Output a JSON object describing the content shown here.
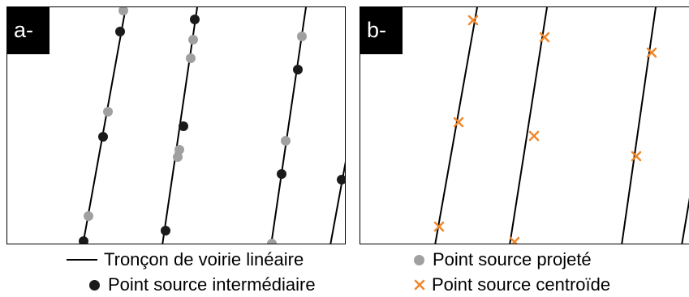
{
  "colors": {
    "road": "#000000",
    "projected": "#a0a0a0",
    "intermediate": "#1a1a1a",
    "centroid": "#f0872a"
  },
  "panels": [
    {
      "label": "a-"
    },
    {
      "label": "b-"
    }
  ],
  "legend": {
    "road_label": "Tronçon de voirie linéaire",
    "intermediate_label": "Point source intermédiaire",
    "projected_label": "Point source projeté",
    "centroid_label": "Point source centroïde"
  }
}
